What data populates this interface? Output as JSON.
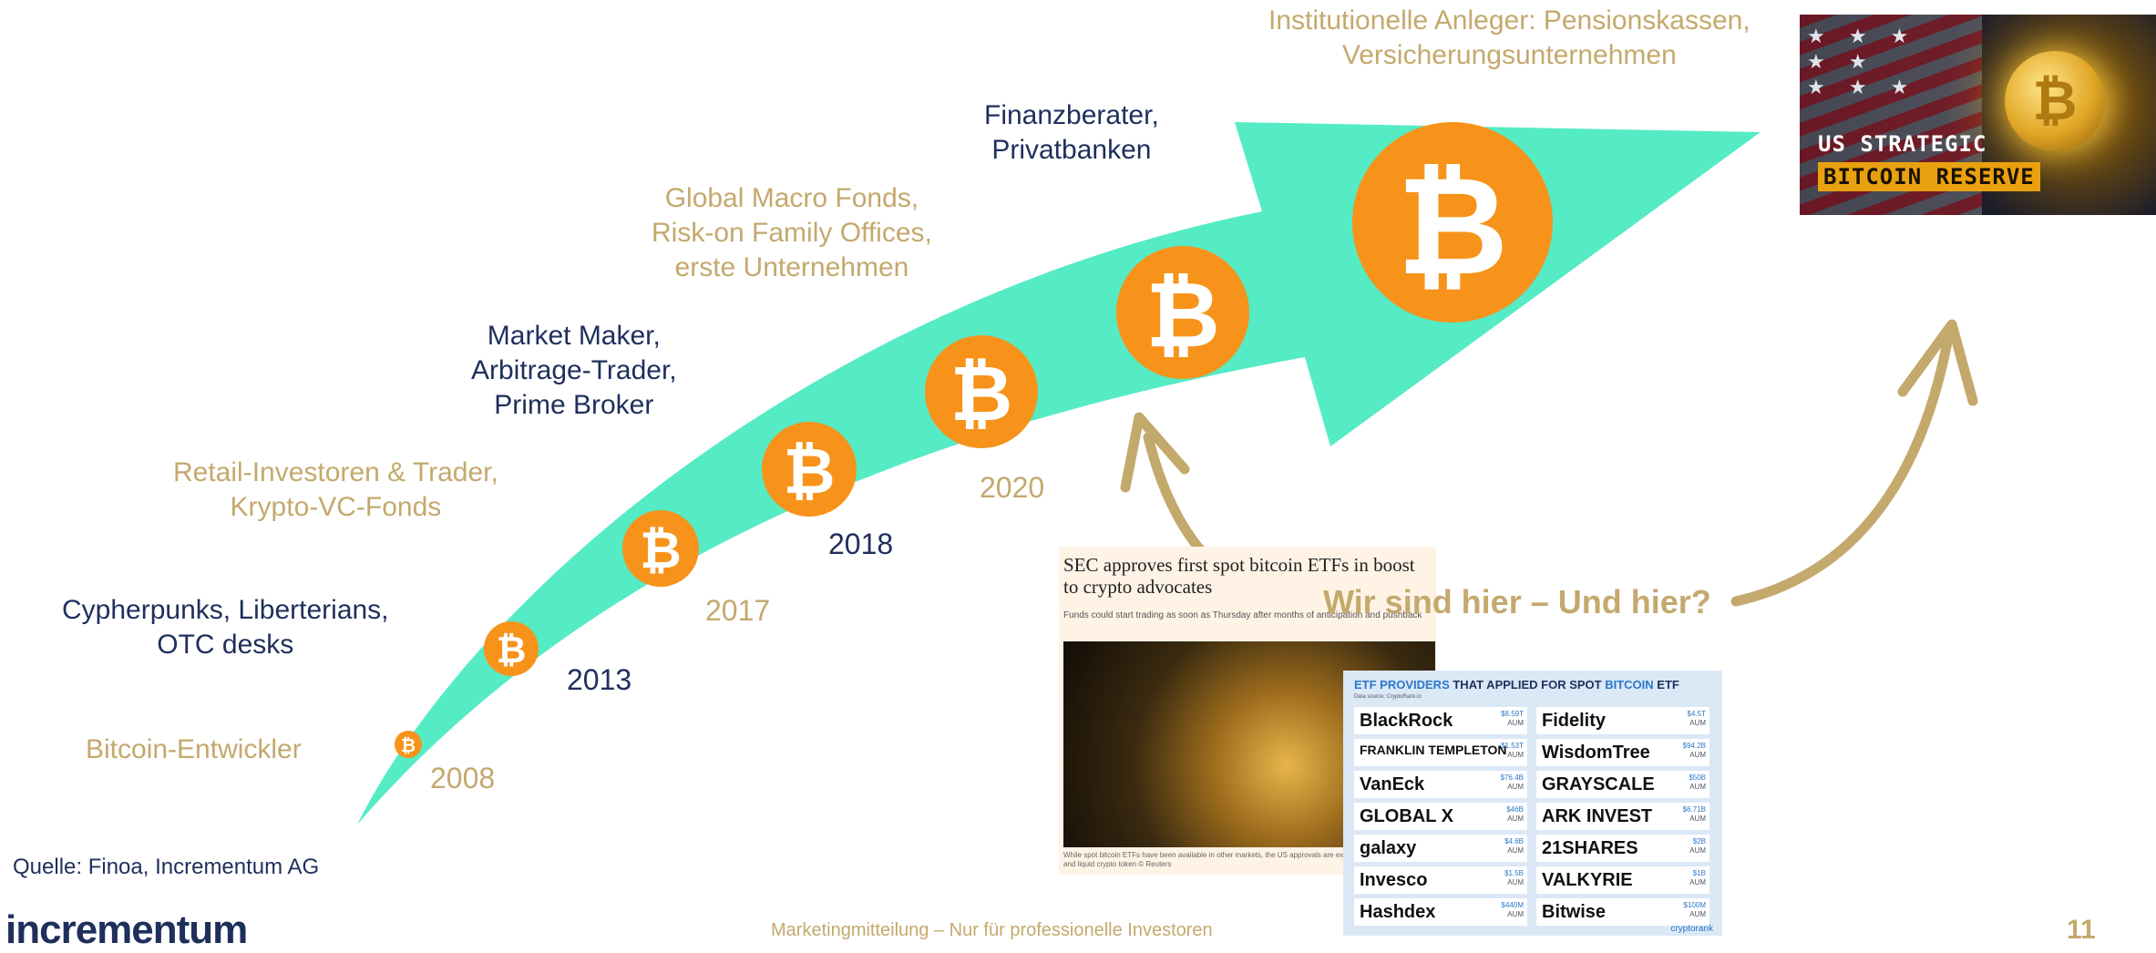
{
  "stages": [
    {
      "label": "Bitcoin-Entwickler",
      "year": "2008"
    },
    {
      "label": "Cypherpunks, Liberterians,\nOTC desks",
      "year": "2013"
    },
    {
      "label": "Retail-Investoren & Trader,\nKrypto-VC-Fonds",
      "year": "2017"
    },
    {
      "label": "Market Maker,\nArbitrage-Trader,\nPrime Broker",
      "year": "2018"
    },
    {
      "label": "Global Macro Fonds,\nRisk-on Family Offices,\nerste Unternehmen",
      "year": "2020"
    },
    {
      "label": "Finanzberater,\nPrivatbanken",
      "year": ""
    },
    {
      "label": "Institutionelle Anleger: Pensionskassen,\nVersicherungsunternehmen",
      "year": ""
    }
  ],
  "here_text": "Wir sind hier – Und hier?",
  "source": "Quelle: Finoa, Incrementum AG",
  "logo": "incrementum",
  "disclaimer": "Marketingmitteilung – Nur für professionelle Investoren",
  "page_number": "11",
  "colors": {
    "arrow": "#55ebc5",
    "coin": "#f7931a",
    "gold": "#c4a96d",
    "navy": "#1f2f5c"
  },
  "reserve_image": {
    "line1": "US STRATEGIC",
    "line2": "BITCOIN RESERVE"
  },
  "news": {
    "headline": "SEC approves first spot bitcoin ETFs in boost to crypto advocates",
    "subline": "Funds could start trading as soon as Thursday after months of anticipation and pushback",
    "caption": "While spot bitcoin ETFs have been available in other markets, the US approvals are expected to unlock... popular and liquid crypto token © Reuters"
  },
  "etf": {
    "title_pre": "ETF PROVIDERS",
    "title_mid": " THAT APPLIED FOR SPOT ",
    "title_hl": "BITCOIN",
    "title_post": " ETF",
    "data_source": "Data source: CryptoRank.io",
    "footer": "cryptorank",
    "providers": [
      {
        "name": "BlackRock",
        "aum": "$8.59T"
      },
      {
        "name": "Fidelity",
        "aum": "$4.5T"
      },
      {
        "name": "FRANKLIN TEMPLETON",
        "aum": "$1.53T"
      },
      {
        "name": "WisdomTree",
        "aum": "$94.2B"
      },
      {
        "name": "VanEck",
        "aum": "$76.4B"
      },
      {
        "name": "GRAYSCALE",
        "aum": "$50B"
      },
      {
        "name": "GLOBAL X",
        "aum": "$46B"
      },
      {
        "name": "ARK INVEST",
        "aum": "$6.71B"
      },
      {
        "name": "galaxy",
        "aum": "$4.6B"
      },
      {
        "name": "21SHARES",
        "aum": "$2B"
      },
      {
        "name": "Invesco",
        "aum": "$1.5B"
      },
      {
        "name": "VALKYRIE",
        "aum": "$1B"
      },
      {
        "name": "Hashdex",
        "aum": "$440M"
      },
      {
        "name": "Bitwise",
        "aum": "$100M"
      }
    ],
    "aum_unit": "AUM"
  }
}
